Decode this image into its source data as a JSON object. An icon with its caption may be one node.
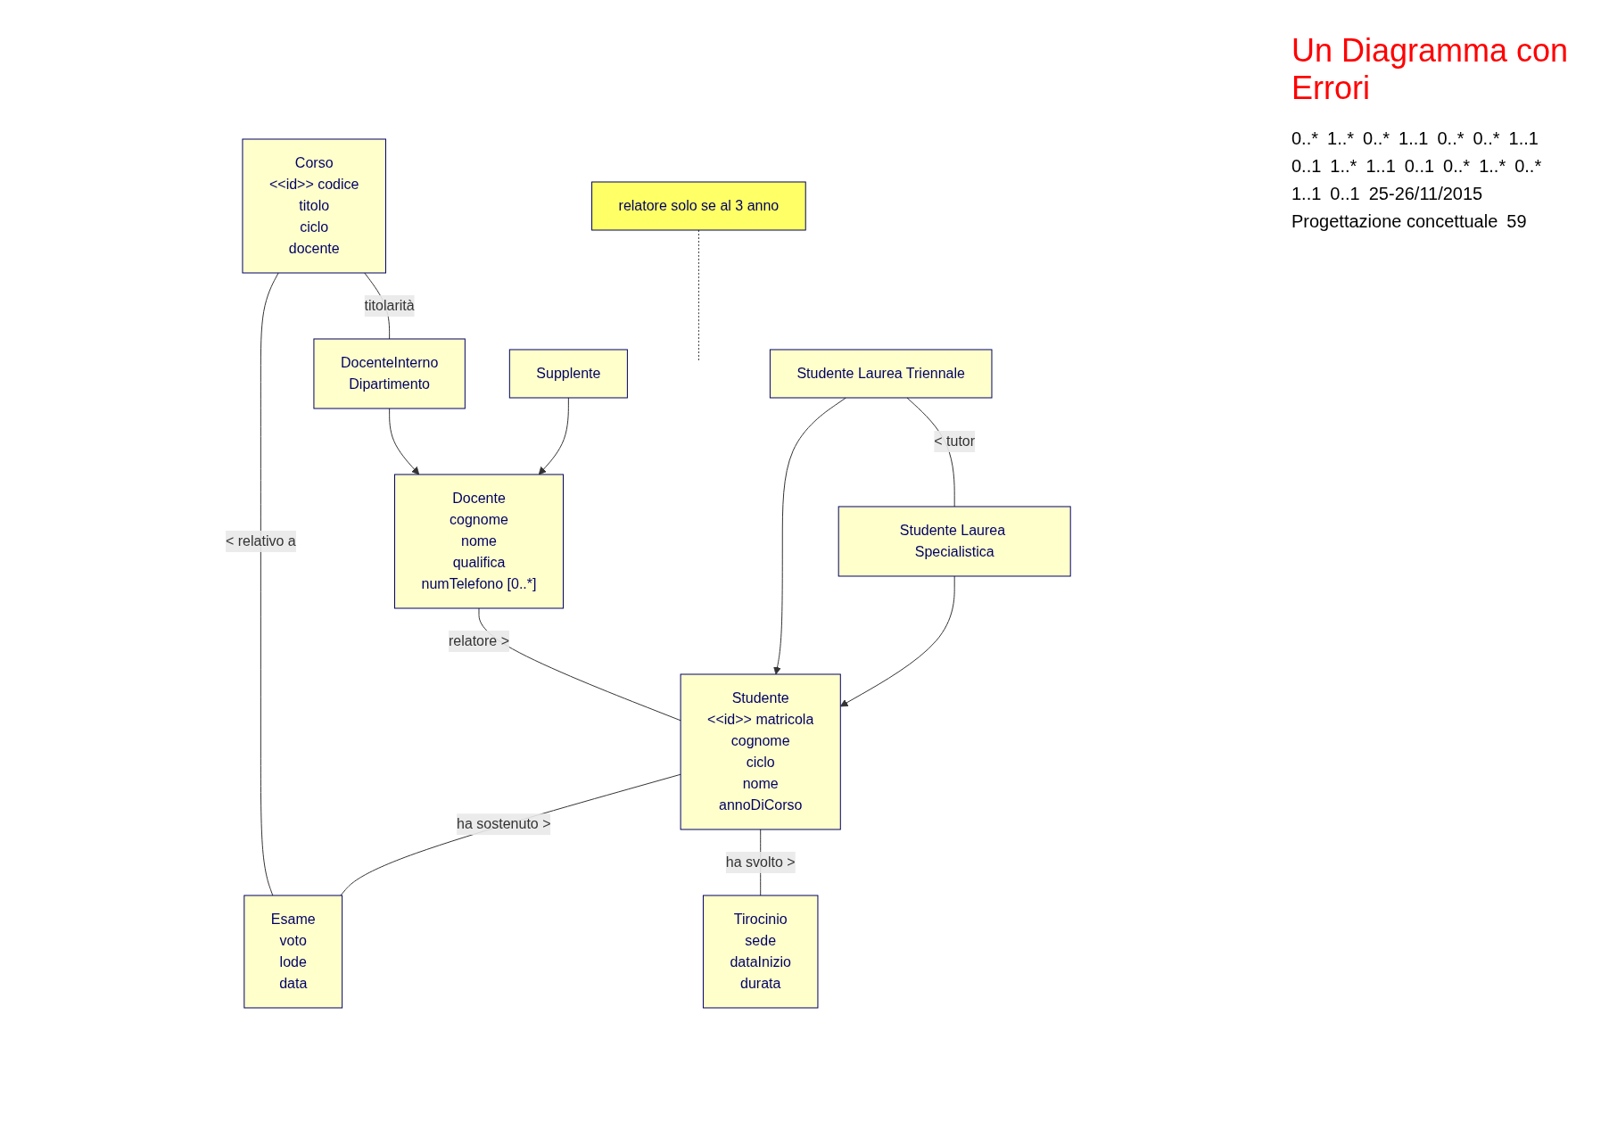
{
  "diagram": {
    "caption": "Un Diagramma con Errori",
    "nodes": [
      {
        "text": [
          "Corso",
          "<<id>> codice",
          "titolo",
          "ciclo",
          "docente"
        ]
      },
      {
        "text": [
          "Esame",
          "voto",
          "lode",
          "data"
        ]
      },
      {
        "text": [
          "relatore solo se al 3 anno"
        ]
      },
      {
        "text": [
          "Docente",
          "cognome",
          "nome",
          "qualifica",
          "numTelefono [0..*]"
        ]
      },
      {
        "text": [
          "Studente",
          "<<id>> matricola",
          "cognome",
          "ciclo",
          "nome",
          "annoDiCorso"
        ]
      },
      {
        "text": [
          "Tirocinio",
          "sede",
          "dataInizio",
          "durata"
        ]
      },
      {
        "text": [
          "DocenteInterno",
          "Dipartimento"
        ]
      },
      {
        "text": [
          "Supplente"
        ]
      },
      {
        "text": [
          "Studente Laurea Triennale"
        ]
      },
      {
        "text": [
          "Studente Laurea Specialistica"
        ]
      }
    ],
    "edges": [
      {
        "from": 0,
        "to": 6,
        "arrow": "none",
        "label": "titolarità"
      },
      {
        "from": 0,
        "to": 1,
        "arrow": "none",
        "label": "< relativo a"
      },
      {
        "from": 4,
        "to": 1,
        "arrow": "none",
        "label": "ha sostenuto >"
      },
      {
        "from": 3,
        "to": 4,
        "arrow": "none",
        "label": "relatore >"
      },
      {
        "from": 2,
        "to": null,
        "arrow": "none",
        "style": "dashed"
      },
      {
        "from": 4,
        "to": 5,
        "arrow": "none",
        "label": "ha svolto >"
      },
      {
        "from": 6,
        "to": 3,
        "arrow": "to"
      },
      {
        "from": 7,
        "to": 3,
        "arrow": "to"
      },
      {
        "from": 8,
        "to": 4,
        "arrow": "to"
      },
      {
        "from": 9,
        "to": 4,
        "arrow": "to"
      },
      {
        "from": 8,
        "to": 9,
        "arrow": "none",
        "label": "< tutor"
      }
    ],
    "labels": [
      "0..*",
      "1..*",
      "0..*",
      "1..1",
      "0..*",
      "0..*",
      "1..1",
      "0..1",
      "1..*",
      "1..1",
      "0..1",
      "0..*",
      "1..*",
      "0..*",
      "1..1",
      "0..1",
      "25-26/11/2015",
      "Progettazione concettuale",
      "59"
    ]
  }
}
